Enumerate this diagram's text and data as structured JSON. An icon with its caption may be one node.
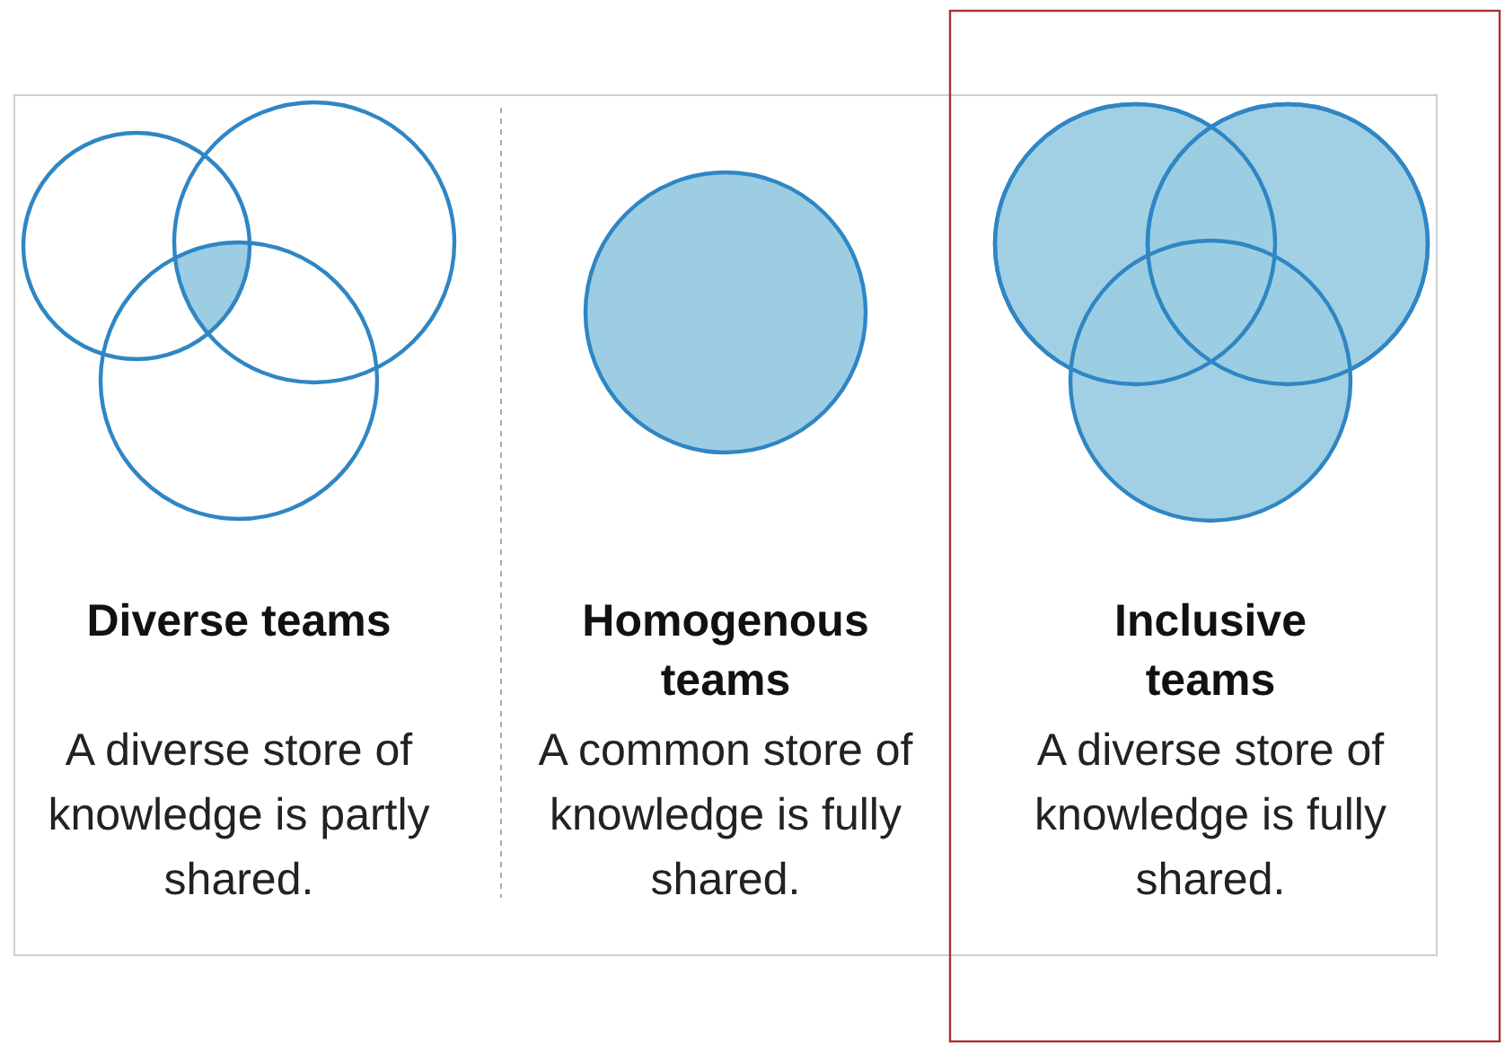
{
  "diagram": {
    "labels": [
      "Diverse teams",
      "A diverse store of knowledge is partly shared.",
      "Homogenous teams",
      "A common store of knowledge is fully shared.",
      "Inclusive teams",
      "A diverse store of knowledge is fully shared."
    ]
  }
}
